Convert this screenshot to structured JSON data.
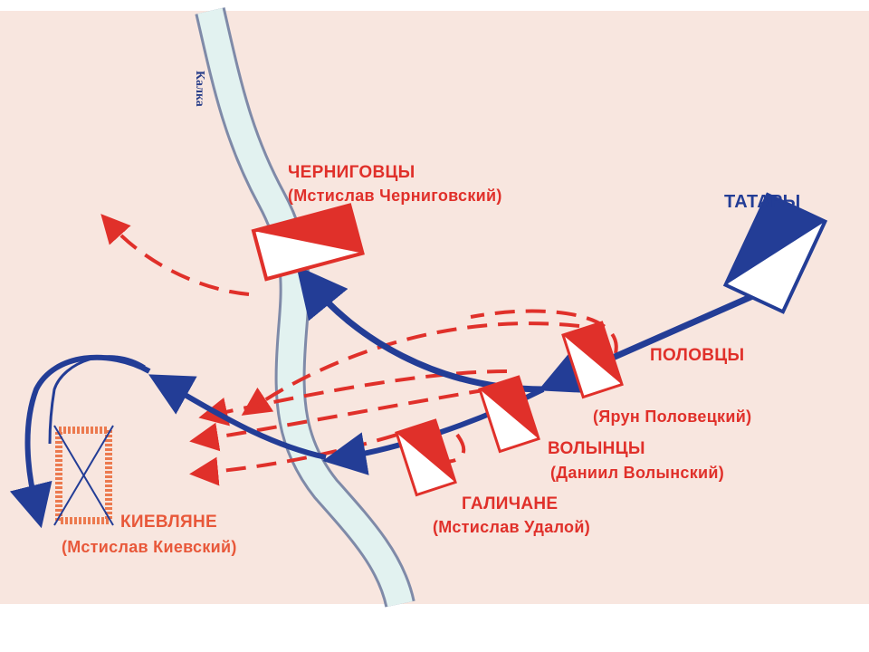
{
  "river": {
    "name": "Калка"
  },
  "units": {
    "chernigov": {
      "name": "ЧЕРНИГОВЦЫ",
      "leader": "(Мстислав Черниговский)"
    },
    "tatars": {
      "name": "ТАТАРЫ"
    },
    "polovtsy": {
      "name": "ПОЛОВЦЫ",
      "leader": "(Ярун Половецкий)"
    },
    "volyn": {
      "name": "ВОЛЫНЦЫ",
      "leader": "(Даниил Волынский)"
    },
    "galich": {
      "name": "ГАЛИЧАНЕ",
      "leader": "(Мстислав Удалой)"
    },
    "kiev": {
      "name": "КИЕВЛЯНЕ",
      "leader": "(Мстислав Киевский)"
    }
  },
  "colors": {
    "background": "#f8e6df",
    "russian": "#e0302a",
    "tatar": "#233d96",
    "river": "#e2f2f0",
    "kiev_camp": "#ec7a4f"
  }
}
